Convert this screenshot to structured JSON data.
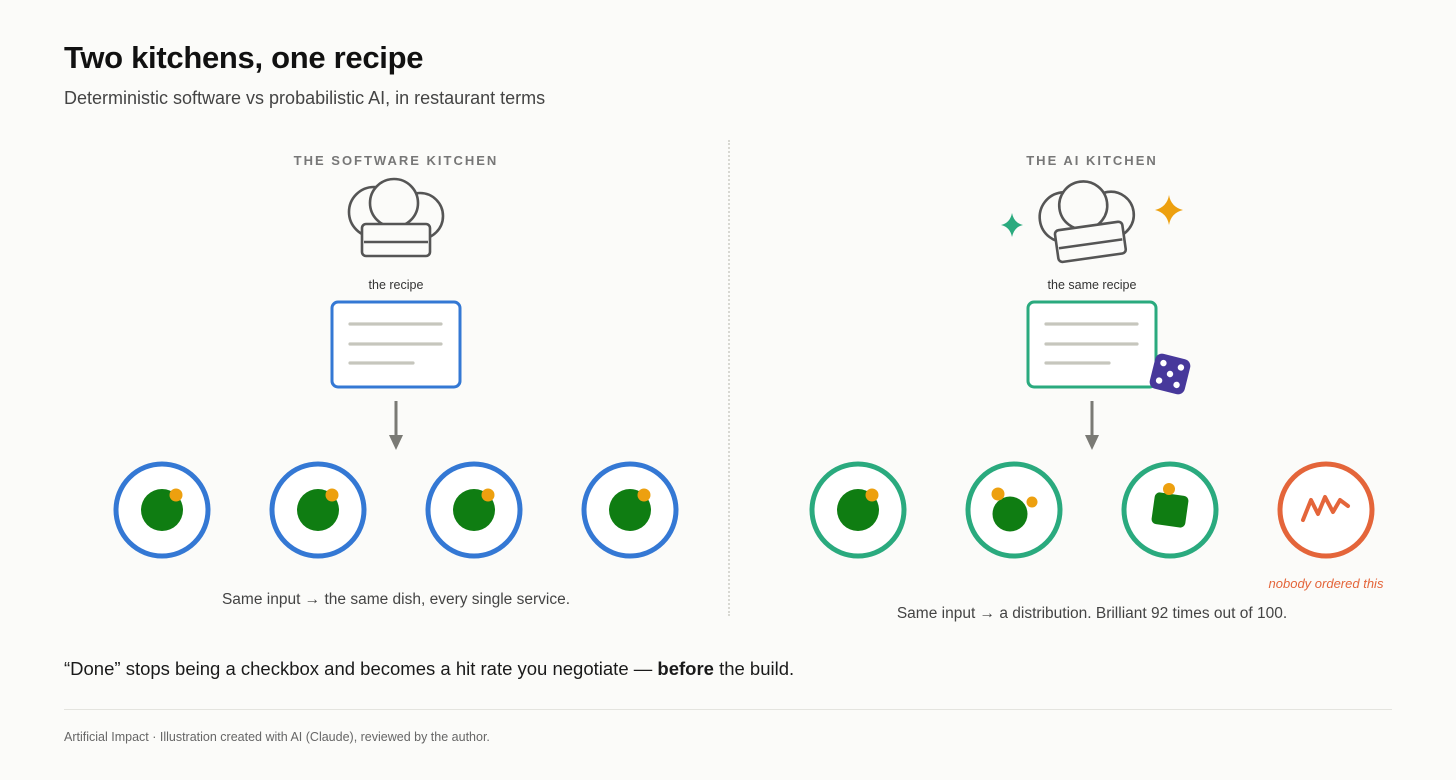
{
  "title": "Two kitchens, one recipe",
  "subtitle": "Deterministic software vs probabilistic AI, in restaurant terms",
  "software": {
    "label": "THE SOFTWARE KITCHEN",
    "recipe_caption": "the recipe",
    "caption": "Same input → the same dish, every single service."
  },
  "ai": {
    "label": "THE AI KITCHEN",
    "recipe_caption": "the same recipe",
    "caption": "Same input → a distribution. Brilliant 92 times out of 100.",
    "outlier_note": "nobody ordered this"
  },
  "conclusion": {
    "before": "“Done” stops being a checkbox and becomes a hit rate you negotiate — ",
    "bold": "before",
    "after": " the build."
  },
  "footer": "Artificial Impact · Illustration created with AI (Claude), reviewed by the author.",
  "colors": {
    "software_accent": "#3478d4",
    "ai_accent": "#2aaa7e",
    "outlier_accent": "#e4653a",
    "food_green": "#0f7d12",
    "garnish_orange": "#eda00f",
    "dice_purple": "#47389b",
    "sparkle_green": "#2aaa7e",
    "sparkle_gold": "#eda00f",
    "hat_stroke": "#555555"
  }
}
